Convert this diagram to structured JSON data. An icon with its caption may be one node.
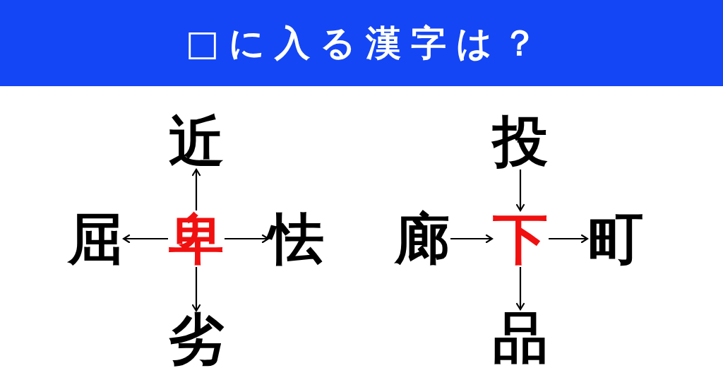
{
  "diagram": {
    "title": "□に入る漢字は？",
    "nodes": [
      {
        "text": [
          "近"
        ]
      },
      {
        "text": [
          "屈"
        ]
      },
      {
        "text": [
          "卑"
        ]
      },
      {
        "text": [
          "怯"
        ]
      },
      {
        "text": [
          "劣"
        ]
      },
      {
        "text": [
          "投"
        ]
      },
      {
        "text": [
          "廊"
        ]
      },
      {
        "text": [
          "下"
        ]
      },
      {
        "text": [
          "町"
        ]
      },
      {
        "text": [
          "品"
        ]
      }
    ],
    "edges": [
      {
        "from": 2,
        "to": 0,
        "arrow": "to"
      },
      {
        "from": 2,
        "to": 1,
        "arrow": "to"
      },
      {
        "from": 2,
        "to": 3,
        "arrow": "to"
      },
      {
        "from": 2,
        "to": 4,
        "arrow": "to"
      },
      {
        "from": 5,
        "to": 7,
        "arrow": "to"
      },
      {
        "from": 6,
        "to": 7,
        "arrow": "to"
      },
      {
        "from": 7,
        "to": 8,
        "arrow": "to"
      },
      {
        "from": 7,
        "to": 9,
        "arrow": "to"
      }
    ]
  }
}
